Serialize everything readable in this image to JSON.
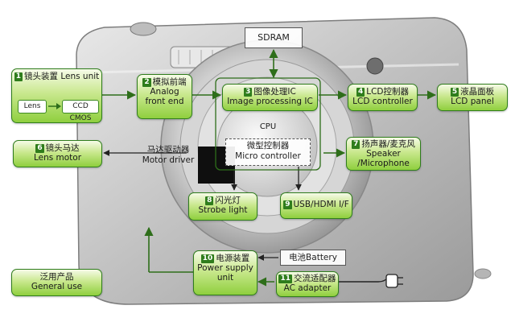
{
  "diagram": {
    "sdram": "SDRAM",
    "lens_unit": {
      "num": "1",
      "title": "镜头装置 Lens unit",
      "sub_left": "Lens",
      "sub_right": "CCD CMOS"
    },
    "analog_front_end": {
      "num": "2",
      "title": "模拟前端",
      "line2": "Analog",
      "line3": "front end"
    },
    "image_processing_ic": {
      "num": "3",
      "title": "图像处理IC",
      "line2": "Image processing IC"
    },
    "lcd_controller": {
      "num": "4",
      "title": "LCD控制器",
      "line2": "LCD controller"
    },
    "lcd_panel": {
      "num": "5",
      "title": "液晶面板",
      "line2": "LCD panel"
    },
    "lens_motor": {
      "num": "6",
      "title": "镜头马达",
      "line2": "Lens motor"
    },
    "speaker_microphone": {
      "num": "7",
      "title": "扬声器/麦克风",
      "line2": "Speaker",
      "line3": "/Microphone"
    },
    "strobe_light": {
      "num": "8",
      "title": "闪光灯",
      "line2": "Strobe light"
    },
    "usb_hdmi": {
      "num": "9",
      "title": "USB/HDMI I/F"
    },
    "power_supply": {
      "num": "10",
      "title": "电源装置",
      "line2": "Power supply",
      "line3": "unit"
    },
    "ac_adapter": {
      "num": "11",
      "title": "交流适配器",
      "line2": "AC adapter"
    },
    "cpu": "CPU",
    "micro_controller": {
      "title": "微型控制器",
      "line2": "Micro controller"
    },
    "motor_driver": {
      "title": "马达驱动器",
      "line2": "Motor driver"
    },
    "battery": "电池Battery",
    "general_use": {
      "title": "泛用产品",
      "line2": "General use"
    },
    "colors": {
      "box_border": "#2f7d1c",
      "box_fill_top": "#f6fbe8",
      "box_fill_bottom": "#8fcf3e",
      "arrow": "#2e6e1a",
      "camera_body": "#c9c9c9"
    }
  }
}
